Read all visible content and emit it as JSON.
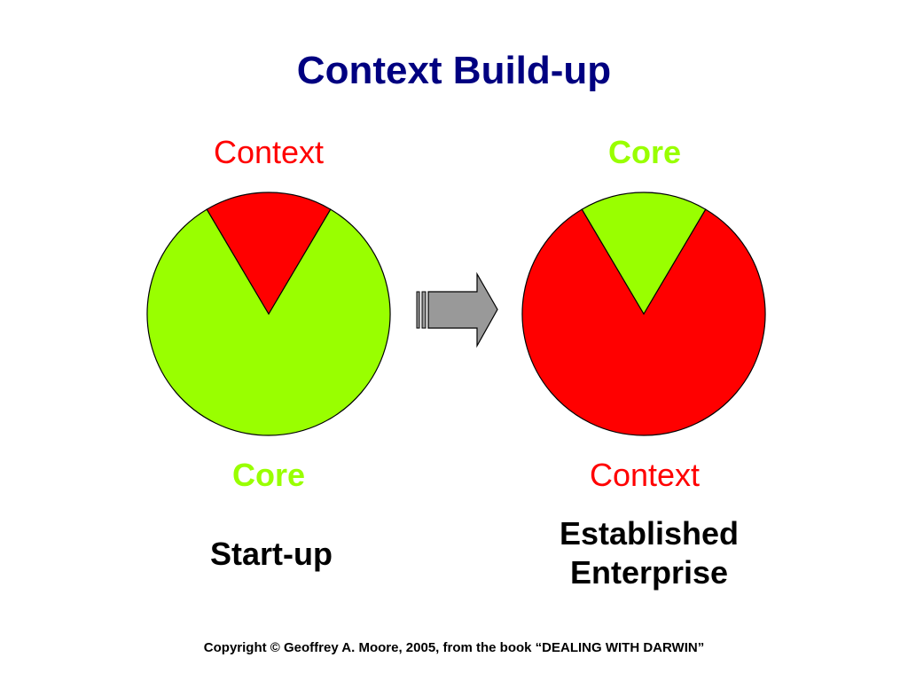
{
  "slide": {
    "title": "Context Build-up",
    "copyright": "Copyright © Geoffrey A. Moore, 2005, from the book “DEALING WITH DARWIN”"
  },
  "left": {
    "top_label": "Context",
    "bottom_label": "Core",
    "caption": "Start-up",
    "slice_fraction": 0.17
  },
  "right": {
    "top_label": "Core",
    "bottom_label": "Context",
    "caption_line1": "Established",
    "caption_line2": "Enterprise",
    "slice_fraction": 0.17
  },
  "colors": {
    "title": "#000080",
    "context": "#ff0000",
    "core": "#99ff00",
    "arrow": "#999999"
  },
  "arrow_icon": "right-arrow-icon"
}
